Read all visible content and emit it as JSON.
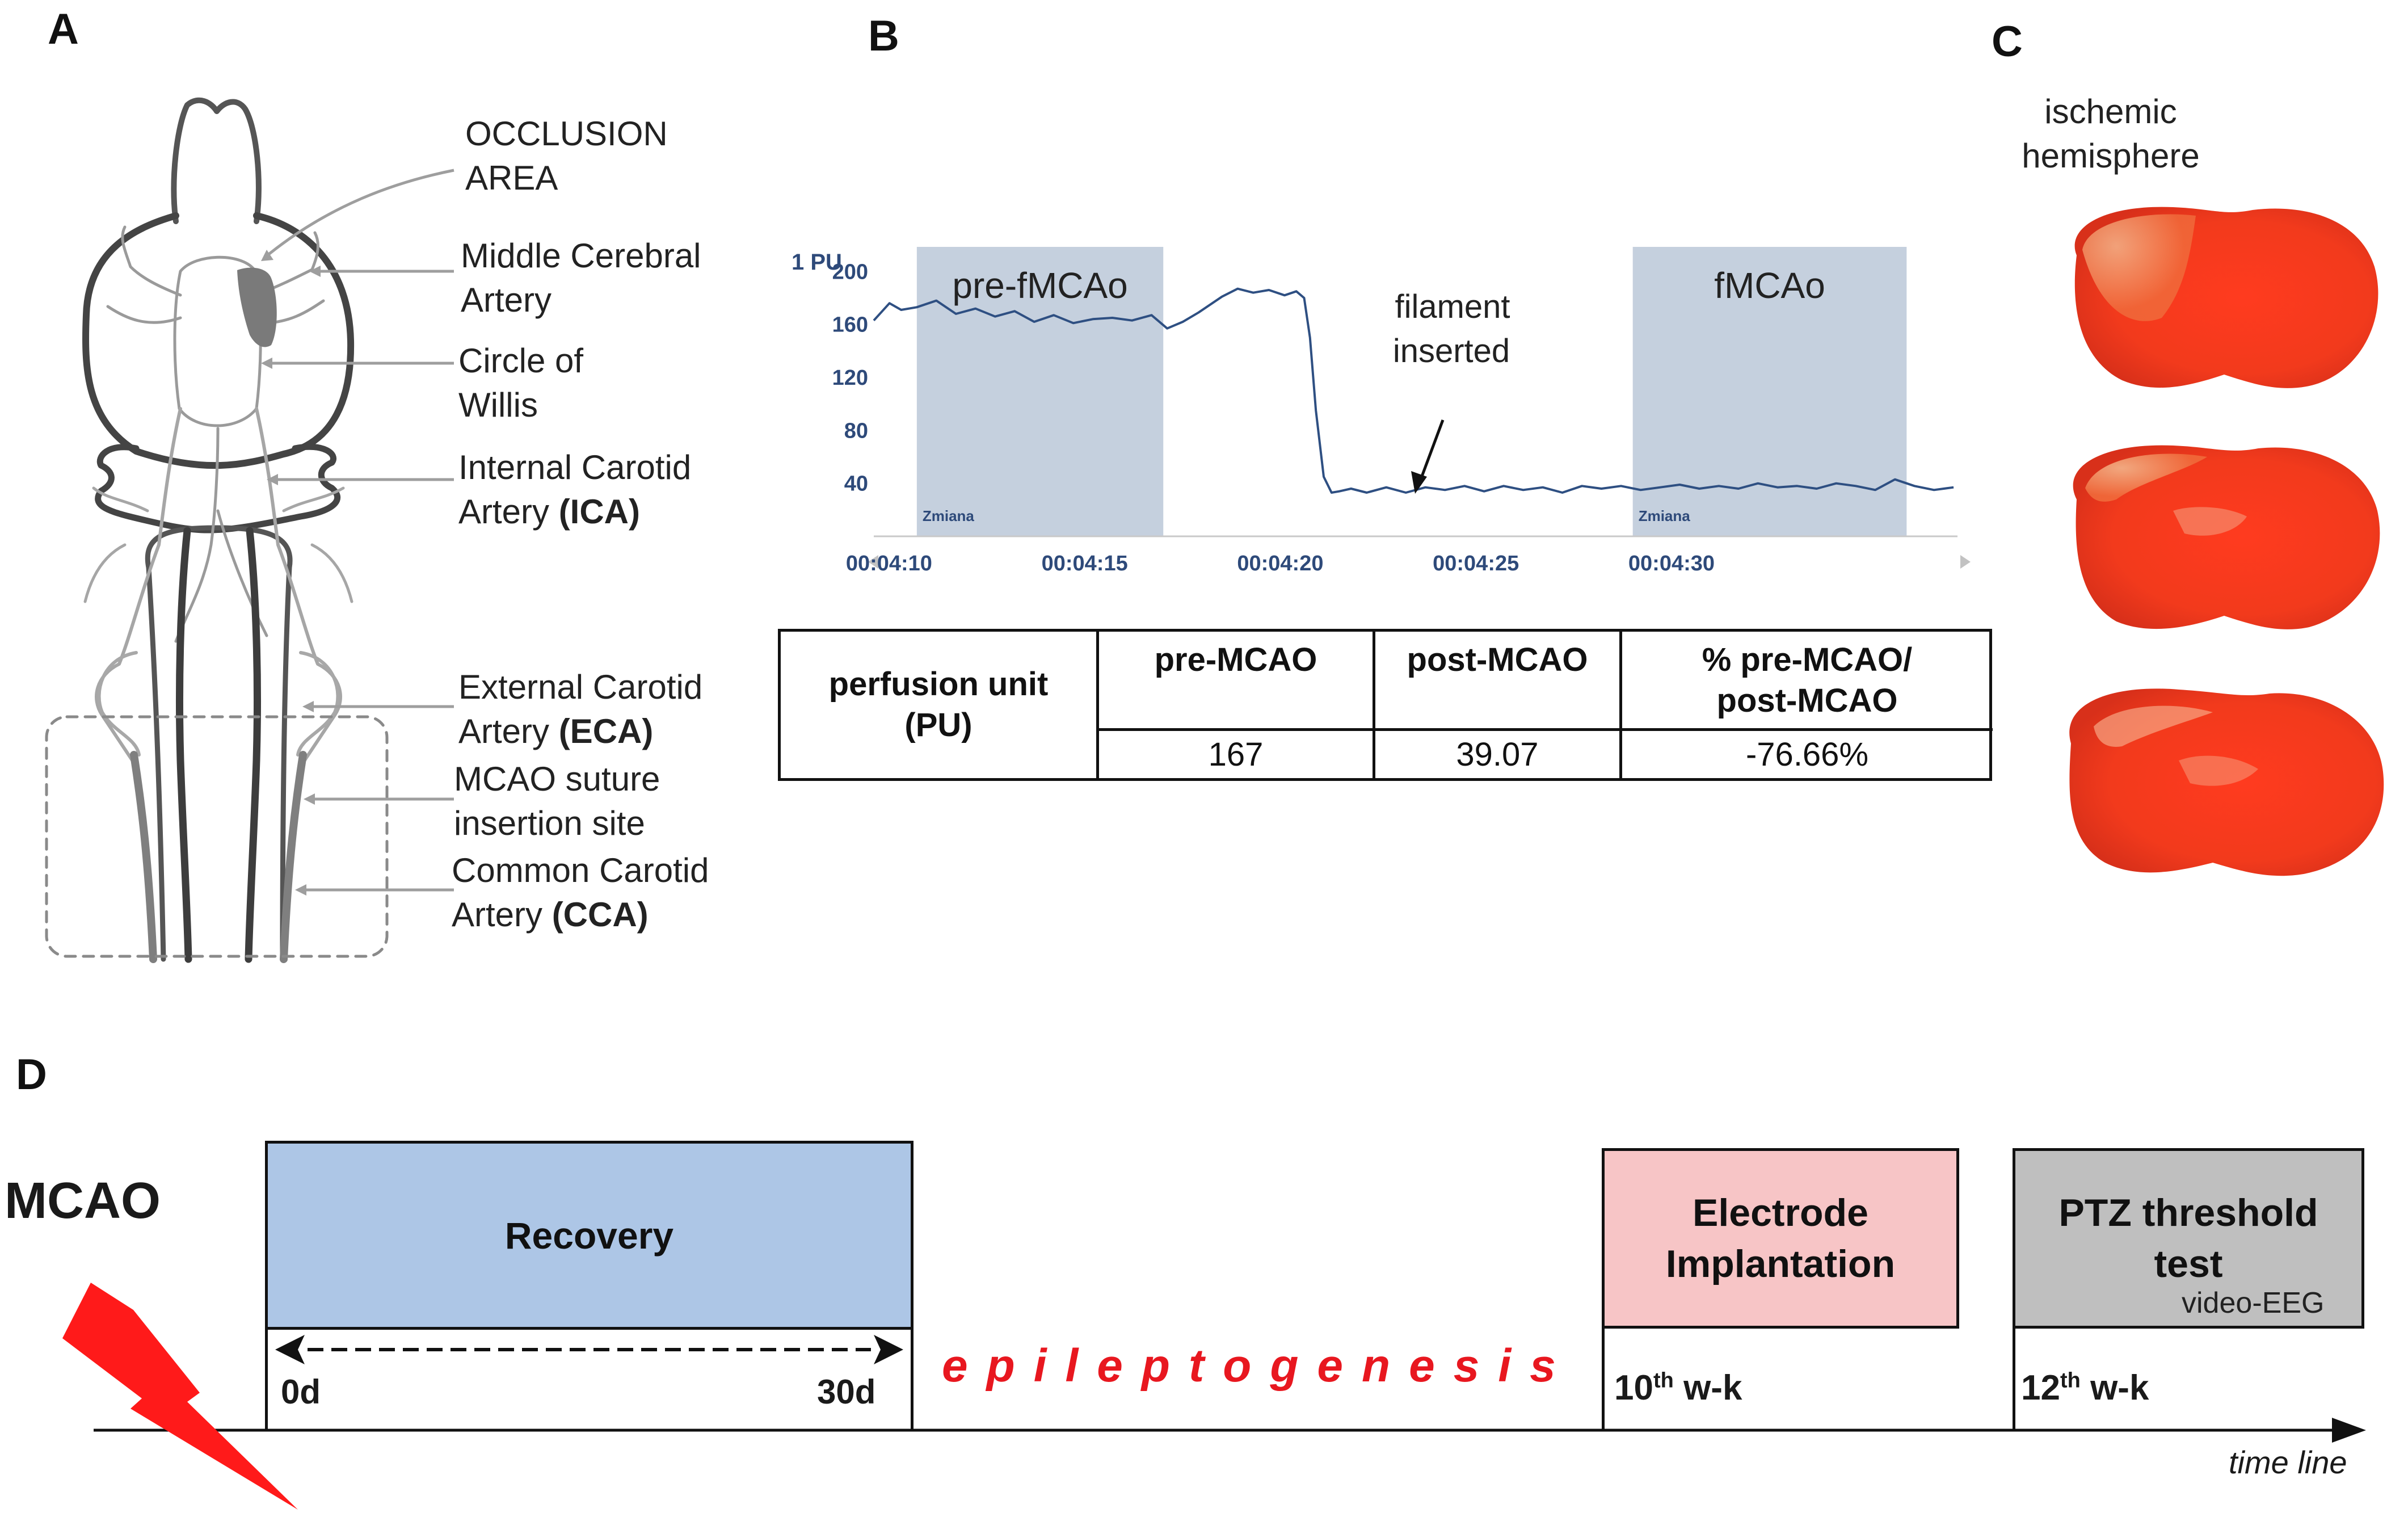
{
  "panels": {
    "a": "A",
    "b": "B",
    "c": "C",
    "d": "D"
  },
  "panel_a": {
    "labels": [
      {
        "line1": "OCCLUSION",
        "line2": "AREA",
        "abbr": ""
      },
      {
        "line1": "Middle Cerebral",
        "line2": "Artery",
        "abbr": ""
      },
      {
        "line1": "Circle of",
        "line2": "Willis",
        "abbr": ""
      },
      {
        "line1": "Internal Carotid",
        "line2": "Artery",
        "abbr": "(ICA)"
      },
      {
        "line1": "External Carotid",
        "line2": "Artery",
        "abbr": "(ECA)"
      },
      {
        "line1": "MCAO suture",
        "line2": "insertion site",
        "abbr": ""
      },
      {
        "line1": "Common Carotid",
        "line2": "Artery",
        "abbr": "(CCA)"
      }
    ]
  },
  "chart_data": {
    "type": "line",
    "ylabel": "1 PU",
    "y_ticks": [
      200,
      160,
      120,
      80,
      40
    ],
    "ylim": [
      0,
      225
    ],
    "x_ticks": [
      "00:04:10",
      "00:04:15",
      "00:04:20",
      "00:04:25",
      "00:04:30"
    ],
    "xlim_seconds": [
      249.9,
      277.6
    ],
    "regions": [
      {
        "label": "pre-fMCAo",
        "marker": "Zmiana",
        "x_start": 251,
        "x_end": 257.3
      },
      {
        "label": "fMCAo",
        "marker": "Zmiana",
        "x_start": 269.3,
        "x_end": 276.3
      }
    ],
    "annotation": {
      "line1": "filament",
      "line2": "inserted",
      "x": 261.3,
      "y": 35
    },
    "series": [
      {
        "x": [
          249.9,
          250.3,
          250.6,
          251.0,
          251.5,
          252.0,
          252.5,
          253.0,
          253.5,
          254.0,
          254.5,
          255.0,
          255.5,
          256.0,
          256.5,
          257.0,
          257.4,
          257.8,
          258.2,
          258.5,
          258.8,
          259.2,
          259.6,
          260.0,
          260.4,
          260.7,
          260.9,
          261.05,
          261.2,
          261.4,
          261.6,
          261.8,
          262.1,
          262.5,
          263.0,
          263.5,
          264.0,
          264.5,
          265.0,
          265.5,
          266.0,
          266.5,
          267.0,
          267.5,
          268.0,
          268.5,
          269.0,
          269.5,
          270.0,
          270.5,
          271.0,
          271.5,
          272.0,
          272.5,
          273.0,
          273.5,
          274.0,
          274.5,
          275.0,
          275.5,
          276.0,
          276.5,
          277.0,
          277.5
        ],
        "y": [
          163,
          176,
          171,
          173,
          178,
          168,
          172,
          166,
          170,
          162,
          167,
          161,
          164,
          165,
          163,
          167,
          157,
          162,
          169,
          175,
          181,
          187,
          184,
          186,
          182,
          185,
          180,
          150,
          95,
          45,
          33,
          34,
          36,
          33,
          37,
          33,
          37,
          35,
          38,
          34,
          38,
          35,
          37,
          33,
          38,
          36,
          38,
          35,
          37,
          39,
          36,
          38,
          36,
          40,
          37,
          38,
          36,
          40,
          38,
          35,
          43,
          38,
          35,
          37
        ]
      }
    ]
  },
  "table": {
    "row_header": "perfusion unit (PU)",
    "headers": [
      "pre-MCAO",
      "post-MCAO",
      "% pre-MCAO/ post-MCAO"
    ],
    "values": [
      "167",
      "39.07",
      "-76.66%"
    ]
  },
  "panel_c": {
    "line1": "ischemic",
    "line2": "hemisphere"
  },
  "timeline": {
    "start_label": "MCAO",
    "recovery": "Recovery",
    "day_start": "0d",
    "day_end": "30d",
    "epileptogenesis": "epileptogenesis",
    "electrode_line1": "Electrode",
    "electrode_line2": "Implantation",
    "week10_num": "10",
    "week10_sup": "th",
    "week10_unit": "w-k",
    "ptz_line1": "PTZ threshold",
    "ptz_line2": "test",
    "video_eeg": "video-EEG",
    "week12_num": "12",
    "week12_sup": "th",
    "week12_unit": "w-k",
    "axis_label": "time line",
    "colors": {
      "recovery": "#adc6e6",
      "electrode": "#f7c5c6",
      "ptz": "#bfbfbf",
      "epileptogenesis": "#e8171f",
      "bolt": "#ff1a1a"
    }
  }
}
